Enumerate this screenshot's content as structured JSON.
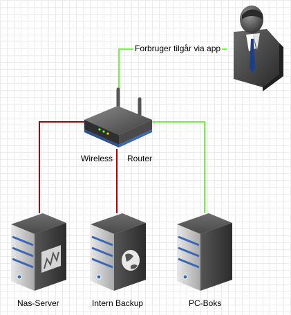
{
  "labels": {
    "user_link": "Forbruger tilgår via app",
    "router_left": "Wireless",
    "router_right": "Router",
    "server_nas": "Nas-Server",
    "server_backup": "Intern Backup",
    "server_pc": "PC-Boks"
  },
  "colors": {
    "link_red": "#b30000",
    "link_green": "#66ff33",
    "server_stripe": "#3a67b8"
  },
  "icons": [
    "user-icon",
    "router-icon",
    "nas-server-icon",
    "backup-server-icon",
    "pc-server-icon"
  ]
}
